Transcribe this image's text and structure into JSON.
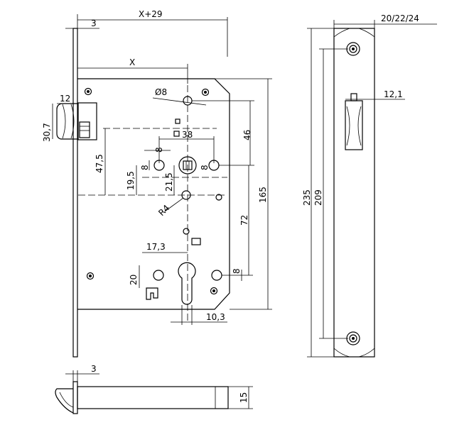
{
  "dimensions": {
    "backset_plus": "X+29",
    "front_thickness_top": "3",
    "backset": "X",
    "latch_projection": "12",
    "latch_height": "30,7",
    "latch_offset": "47,5",
    "spindle_hole": "Ø8",
    "spindle_distance": "38",
    "spindle_square": "8",
    "hole_dia_left": "8",
    "hole_dia_right": "8",
    "offset_19_5": "19,5",
    "offset_21_5": "21,5",
    "radius": "R4",
    "distance_46": "46",
    "distance_72": "72",
    "height_165": "165",
    "cylinder_17_3": "17,3",
    "cylinder_20": "20",
    "cylinder_8": "8",
    "cylinder_10_3": "10,3",
    "faceplate_widths": "20/22/24",
    "bolt_width": "12,1",
    "faceplate_length": "235",
    "screw_distance": "209",
    "front_thickness_bottom": "3",
    "bottom_height": "15"
  }
}
